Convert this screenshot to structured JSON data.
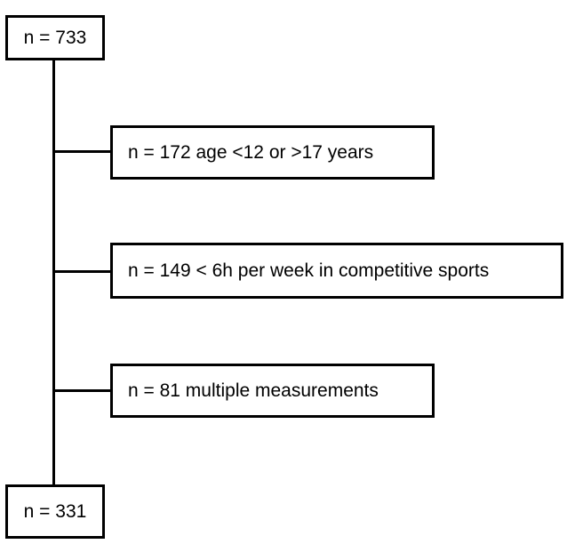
{
  "flowchart": {
    "start": {
      "label": "n = 733"
    },
    "exclusions": [
      {
        "label": "n = 172 age <12 or >17 years"
      },
      {
        "label": "n = 149 < 6h per week in competitive sports"
      },
      {
        "label": "n = 81 multiple measurements"
      }
    ],
    "end": {
      "label": "n = 331"
    }
  },
  "colors": {
    "stroke": "#000000",
    "background": "#ffffff"
  }
}
